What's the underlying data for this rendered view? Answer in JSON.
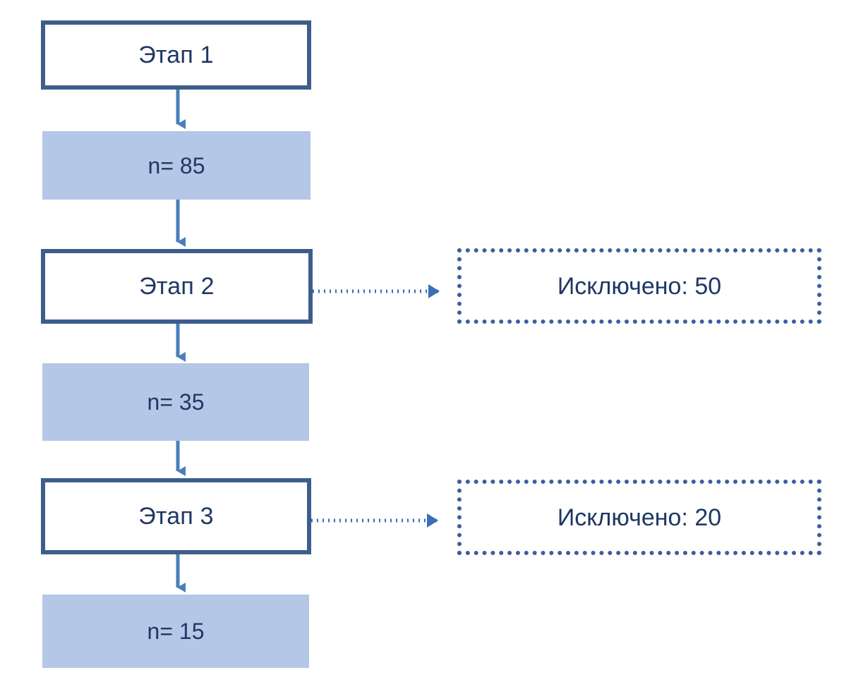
{
  "diagram": {
    "title": "Flowchart: selection stages with exclusions",
    "colors": {
      "border_blue": "#3D5E8C",
      "fill_light_blue": "#B4C7E7",
      "text_navy": "#1F3864",
      "arrow_blue": "#4A7EBB",
      "dotted_blue": "#3A5F9E",
      "background": "#FFFFFF"
    },
    "stages": [
      {
        "id": "stage-1",
        "label": "Этап 1"
      },
      {
        "id": "stage-2",
        "label": "Этап 2"
      },
      {
        "id": "stage-3",
        "label": "Этап 3"
      }
    ],
    "counts": [
      {
        "id": "count-1",
        "label": "n= 85",
        "value": 85
      },
      {
        "id": "count-2",
        "label": "n= 35",
        "value": 35
      },
      {
        "id": "count-3",
        "label": "n= 15",
        "value": 15
      }
    ],
    "exclusions": [
      {
        "id": "excluded-1",
        "label": "Исключено: 50",
        "value": 50,
        "from": "stage-2"
      },
      {
        "id": "excluded-2",
        "label": "Исключено: 20",
        "value": 20,
        "from": "stage-3"
      }
    ],
    "flow": [
      "stage-1 -> count-1",
      "count-1 -> stage-2",
      "stage-2 -> count-2",
      "stage-2 -> excluded-1",
      "count-2 -> stage-3",
      "stage-3 -> count-3",
      "stage-3 -> excluded-2"
    ]
  }
}
